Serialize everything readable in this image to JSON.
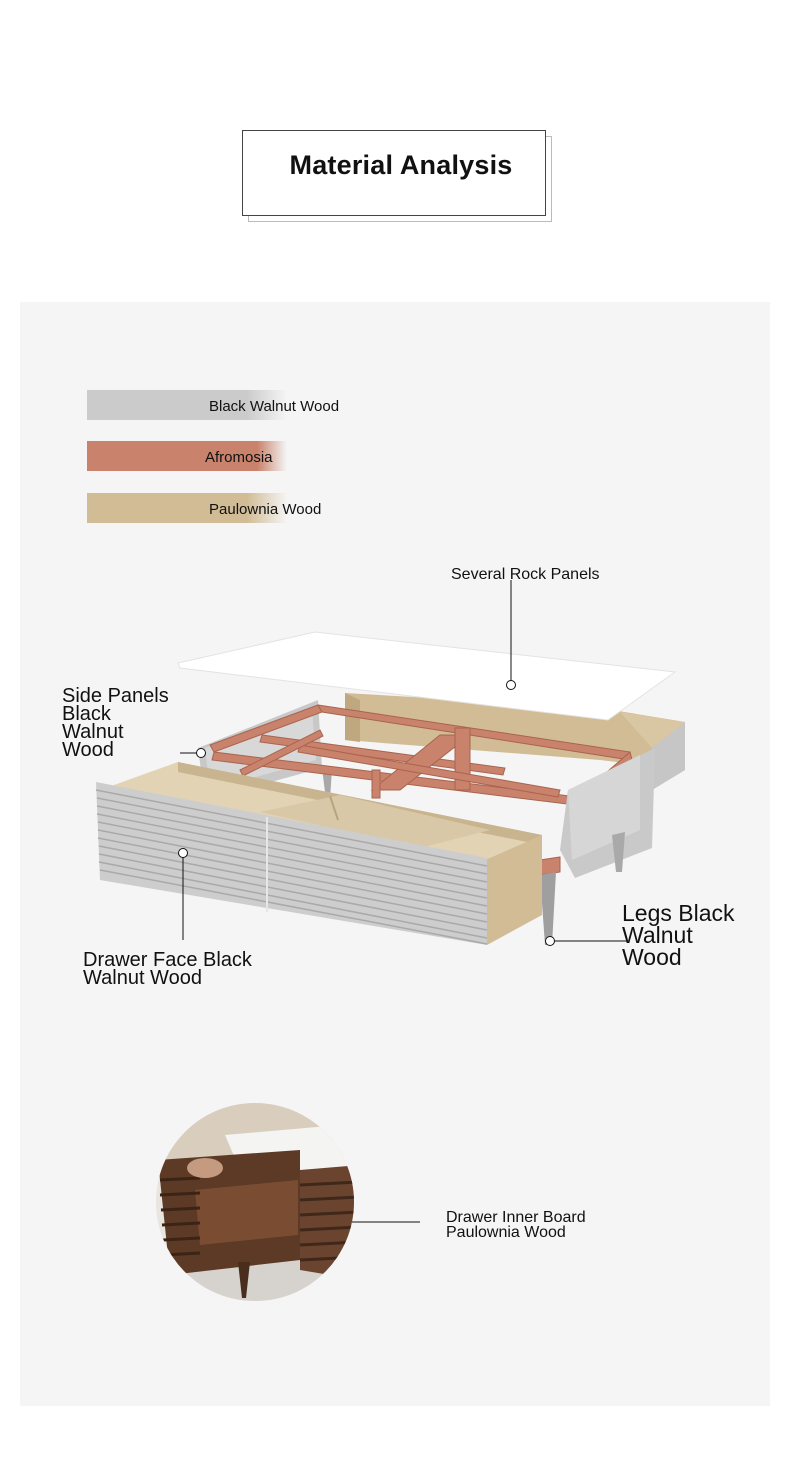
{
  "title": "Material Analysis",
  "legend": [
    {
      "label": "Black Walnut Wood",
      "color": "#cbcbcb"
    },
    {
      "label": "Afromosia",
      "color": "#c9826b"
    },
    {
      "label": "Paulownia Wood",
      "color": "#d2bc96"
    }
  ],
  "callouts": {
    "rock_panels": "Several Rock Panels",
    "side_panels": [
      "Side Panels",
      "Black",
      "Walnut",
      "Wood"
    ],
    "drawer_face": [
      "Drawer Face Black",
      "Walnut Wood"
    ],
    "legs": [
      "Legs Black",
      "Walnut",
      "Wood"
    ],
    "drawer_inner": [
      "Drawer Inner Board",
      "Paulownia Wood"
    ]
  }
}
